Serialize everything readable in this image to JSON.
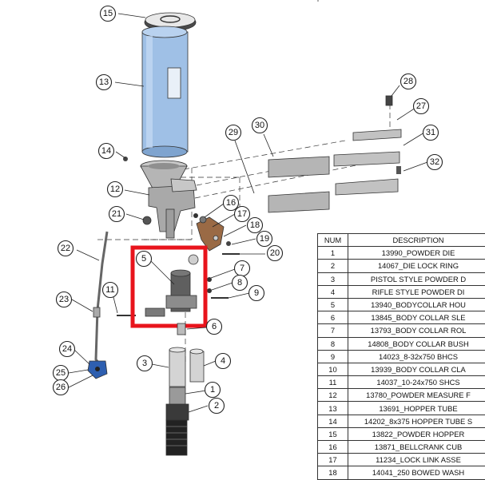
{
  "diagram": {
    "callouts": [
      {
        "id": "15",
        "label": "15"
      },
      {
        "id": "13",
        "label": "13"
      },
      {
        "id": "28",
        "label": "28"
      },
      {
        "id": "27",
        "label": "27"
      },
      {
        "id": "30",
        "label": "30"
      },
      {
        "id": "29",
        "label": "29"
      },
      {
        "id": "31",
        "label": "31"
      },
      {
        "id": "14",
        "label": "14"
      },
      {
        "id": "32",
        "label": "32"
      },
      {
        "id": "12",
        "label": "12"
      },
      {
        "id": "16",
        "label": "16"
      },
      {
        "id": "21",
        "label": "21"
      },
      {
        "id": "17",
        "label": "17"
      },
      {
        "id": "18",
        "label": "18"
      },
      {
        "id": "22",
        "label": "22"
      },
      {
        "id": "19",
        "label": "19"
      },
      {
        "id": "20",
        "label": "20"
      },
      {
        "id": "5",
        "label": "5"
      },
      {
        "id": "7",
        "label": "7"
      },
      {
        "id": "8",
        "label": "8"
      },
      {
        "id": "11",
        "label": "11"
      },
      {
        "id": "9",
        "label": "9"
      },
      {
        "id": "23",
        "label": "23"
      },
      {
        "id": "6",
        "label": "6"
      },
      {
        "id": "3",
        "label": "3"
      },
      {
        "id": "4",
        "label": "4"
      },
      {
        "id": "24",
        "label": "24"
      },
      {
        "id": "25",
        "label": "25"
      },
      {
        "id": "1",
        "label": "1"
      },
      {
        "id": "26",
        "label": "26"
      },
      {
        "id": "2",
        "label": "2"
      }
    ],
    "highlight_color": "#e8141c",
    "hopper_color": "#9fc0e6"
  },
  "bom": {
    "headers": {
      "num": "NUM",
      "description": "DESCRIPTION"
    },
    "rows": [
      {
        "num": "1",
        "desc": "13990_POWDER DIE"
      },
      {
        "num": "2",
        "desc": "14067_DIE LOCK RING"
      },
      {
        "num": "3",
        "desc": "PISTOL STYLE POWDER D"
      },
      {
        "num": "4",
        "desc": "RIFLE STYLE POWDER DI"
      },
      {
        "num": "5",
        "desc": "13940_BODYCOLLAR HOU"
      },
      {
        "num": "6",
        "desc": "13845_BODY COLLAR SLE"
      },
      {
        "num": "7",
        "desc": "13793_BODY COLLAR ROL"
      },
      {
        "num": "8",
        "desc": "14808_BODY COLLAR BUSH"
      },
      {
        "num": "9",
        "desc": "14023_8-32x750 BHCS"
      },
      {
        "num": "10",
        "desc": "13939_BODY COLLAR CLA"
      },
      {
        "num": "11",
        "desc": "14037_10-24x750 SHCS"
      },
      {
        "num": "12",
        "desc": "13780_POWDER MEASURE F"
      },
      {
        "num": "13",
        "desc": "13691_HOPPER TUBE"
      },
      {
        "num": "14",
        "desc": "14202_8x375 HOPPER TUBE S"
      },
      {
        "num": "15",
        "desc": "13822_POWDER HOPPER"
      },
      {
        "num": "16",
        "desc": "13871_BELLCRANK CUB"
      },
      {
        "num": "17",
        "desc": "11234_LOCK LINK ASSE"
      },
      {
        "num": "18",
        "desc": "14041_250 BOWED WASH"
      }
    ]
  }
}
